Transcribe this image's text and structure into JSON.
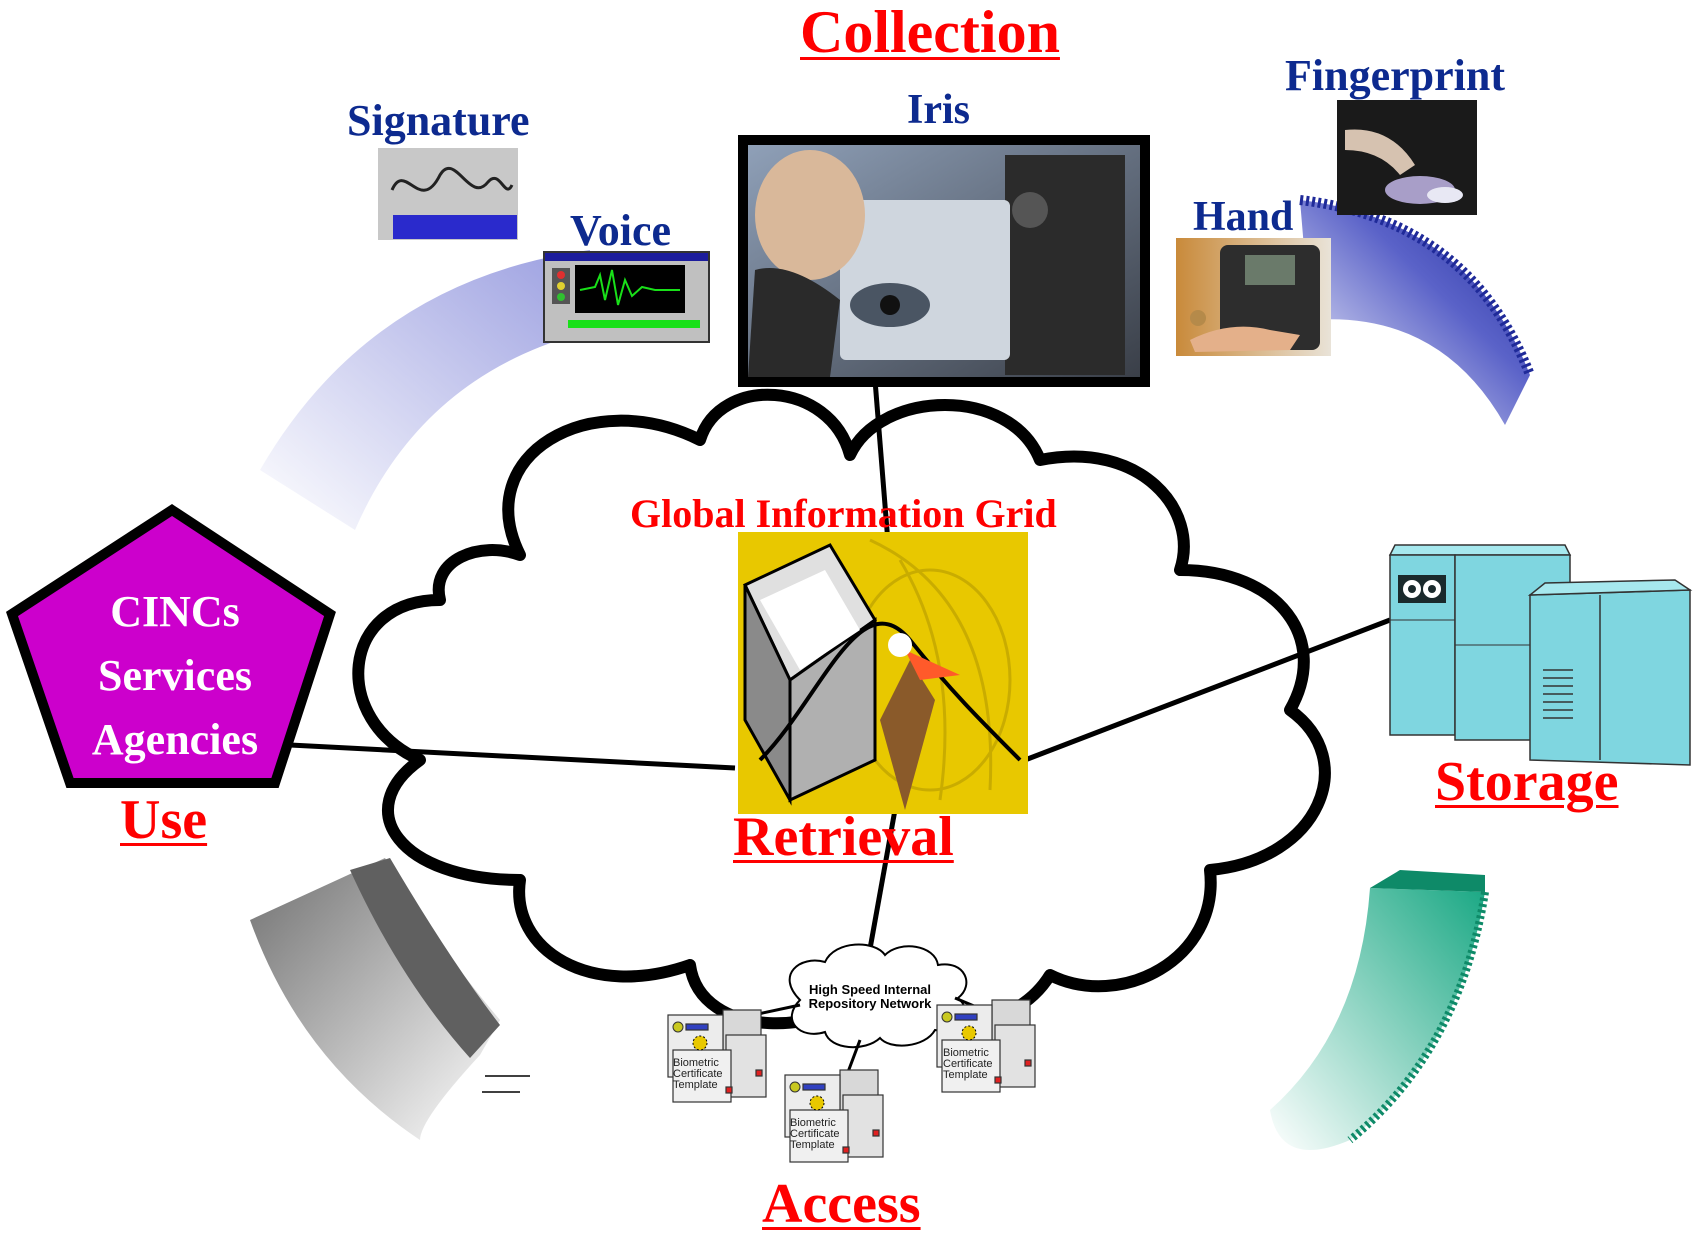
{
  "title": "Collection",
  "labels": {
    "collection": "Collection",
    "storage": "Storage",
    "access": "Access",
    "use": "Use",
    "retrieval": "Retrieval",
    "grid": "Global Information Grid"
  },
  "biometrics": {
    "signature": "Signature",
    "voice": "Voice",
    "iris": "Iris",
    "hand": "Hand",
    "fingerprint": "Fingerprint"
  },
  "users": [
    "CINCs",
    "Services",
    "Agencies"
  ],
  "network": {
    "line1": "High Speed Internal",
    "line2": "Repository Network"
  },
  "template_lines": [
    "Biometric",
    "Certificate",
    "Template"
  ],
  "colors": {
    "stage_label": "#ff0000",
    "biometric_label": "#0d2a8f",
    "pentagon": "#cc00cc",
    "storage_unit": "#7fd6e0",
    "grid_tile": "#e8c800"
  }
}
